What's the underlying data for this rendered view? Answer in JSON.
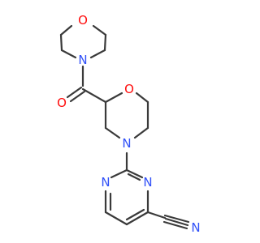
{
  "molecule": {
    "colors": {
      "bond": "#3a3a3a",
      "oxygen": "#ff0d0d",
      "nitrogen": "#3050f8",
      "background": "#ffffff"
    },
    "atoms": {
      "o_top_morpholine": {
        "symbol": "O",
        "color_key": "oxygen"
      },
      "n_top_morpholine": {
        "symbol": "N",
        "color_key": "nitrogen"
      },
      "o_carbonyl": {
        "symbol": "O",
        "color_key": "oxygen"
      },
      "o_middle_ring": {
        "symbol": "O",
        "color_key": "oxygen"
      },
      "n_middle_ring": {
        "symbol": "N",
        "color_key": "nitrogen"
      },
      "n_pyrimidine_right": {
        "symbol": "N",
        "color_key": "nitrogen"
      },
      "n_pyrimidine_left": {
        "symbol": "N",
        "color_key": "nitrogen"
      },
      "n_nitrile": {
        "symbol": "N",
        "color_key": "nitrogen"
      }
    }
  }
}
